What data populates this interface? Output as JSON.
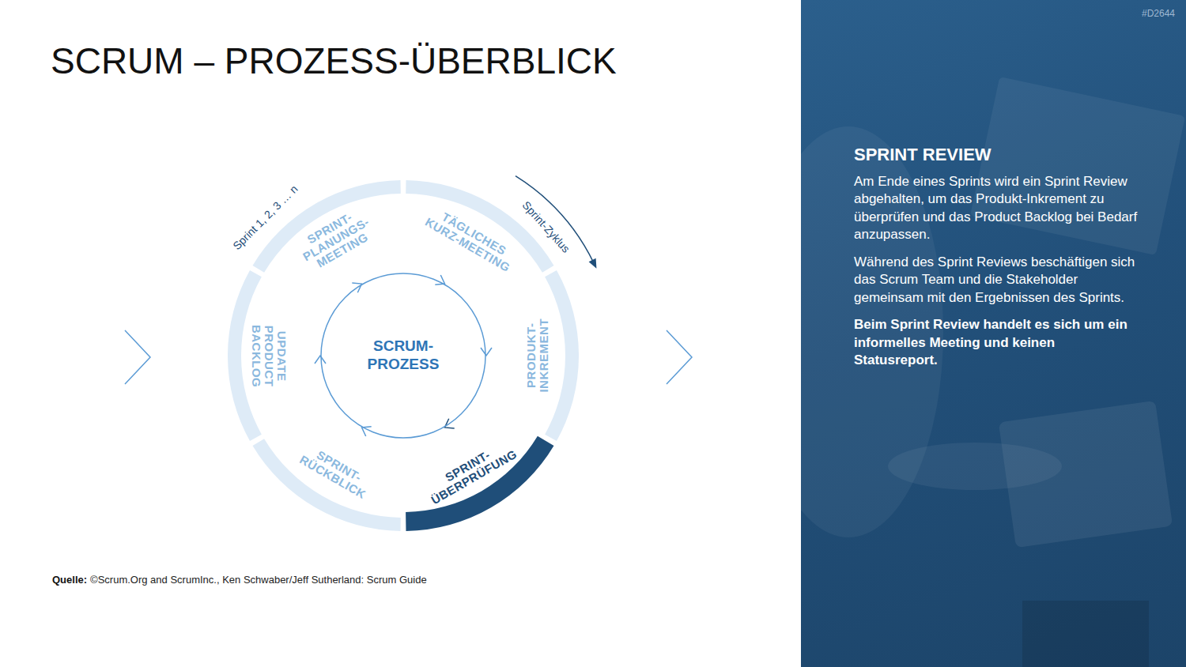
{
  "diagram": {
    "title": "SCRUM – PROZESS-ÜBERBLICK",
    "nodes": [
      {
        "text": [
          "SPRINT- PLANUNGS- MEETING"
        ]
      },
      {
        "text": [
          "TÄGLICHES KURZ-MEETING"
        ]
      },
      {
        "text": [
          "PRODUKT- INKREMENT"
        ]
      },
      {
        "text": [
          "SPRINT- ÜBERPRÜFUNG"
        ]
      },
      {
        "text": [
          "SPRINT- RÜCKBLICK"
        ]
      },
      {
        "text": [
          "UPDATE PRODUCT BACKLOG"
        ]
      },
      {
        "text": [
          "SCRUM- PROZESS"
        ]
      },
      {
        "text": [
          "SPRINT REVIEW",
          "Am Ende eines Sprints wird ein Sprint Review abgehalten, um das Produkt-Inkrement zu überprüfen und das Product Backlog bei Bedarf anzupassen.",
          "Während des Sprint Reviews beschäftigen sich das Scrum Team und die Stakeholder gemeinsam mit den Ergebnissen des Sprints.",
          "Beim Sprint Review handelt es sich um ein informelles Meeting und keinen Statusreport."
        ]
      }
    ],
    "labels": [
      "Sprint 1, 2, 3 … n",
      "Sprint-Zyklus",
      "Quelle:",
      "©Scrum.Org and ScrumInc., Ken Schwaber/Jeff Sutherland: Scrum Guide",
      "#D2644"
    ]
  }
}
